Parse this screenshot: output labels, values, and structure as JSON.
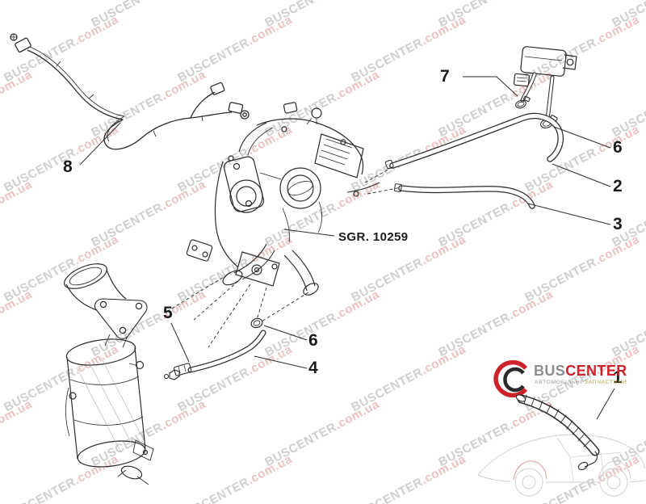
{
  "watermark": {
    "brand": "BUSCENTER",
    "domain": ".com.ua"
  },
  "diagram": {
    "figure_code": "SGR. 10259",
    "callouts": [
      {
        "id": "7",
        "label": "7"
      },
      {
        "id": "6-upper",
        "label": "6"
      },
      {
        "id": "2",
        "label": "2"
      },
      {
        "id": "3",
        "label": "3"
      },
      {
        "id": "8",
        "label": "8"
      },
      {
        "id": "5",
        "label": "5"
      },
      {
        "id": "6-lower",
        "label": "6"
      },
      {
        "id": "4",
        "label": "4"
      },
      {
        "id": "1",
        "label": "1"
      }
    ]
  },
  "logo": {
    "brand_gray": "BUS",
    "brand_red": "CENTER",
    "tagline_left": "АВТОМОБІЛЬНІ",
    "tagline_right": "ЗАПЧАСТИНИ"
  },
  "colors": {
    "line": "#2b2b2b",
    "accent_red": "#cc2229",
    "watermark_gray": "#a7a7a7",
    "watermark_pink": "#d98f8f"
  }
}
